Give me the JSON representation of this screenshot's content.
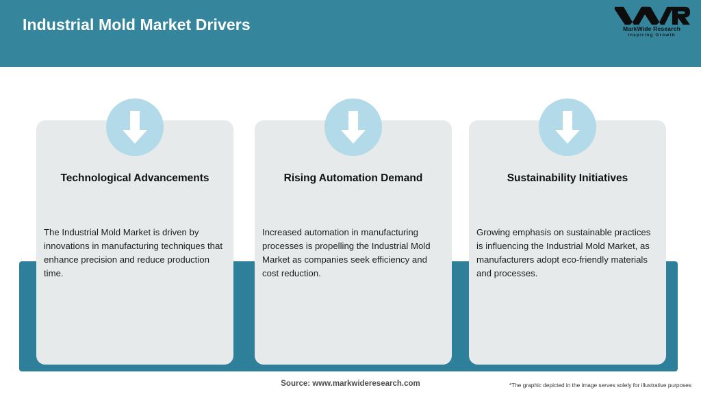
{
  "header": {
    "title": "Industrial Mold Market Drivers",
    "banner_color": "#35859c",
    "title_color": "#ffffff"
  },
  "logo": {
    "mark": "MWR",
    "name": "MarkWide Research",
    "tagline": "Inspiring Growth"
  },
  "theme": {
    "accent_teal": "#2e7f99",
    "card_bg": "#e7eaeb",
    "icon_circle": "#b2dae8",
    "arrow_color": "#ffffff"
  },
  "cards": [
    {
      "icon": "arrow-down-icon",
      "title": "Technological Advancements",
      "body": "The Industrial Mold Market is driven by innovations in manufacturing techniques that enhance precision and reduce production time."
    },
    {
      "icon": "arrow-down-icon",
      "title": "Rising Automation Demand",
      "body": "Increased automation in manufacturing processes is propelling the Industrial Mold Market as companies seek efficiency and cost reduction."
    },
    {
      "icon": "arrow-down-icon",
      "title": "Sustainability Initiatives",
      "body": "Growing emphasis on sustainable practices is influencing the Industrial Mold Market, as manufacturers adopt eco-friendly materials and processes."
    }
  ],
  "footer": {
    "source": "Source: www.markwideresearch.com",
    "disclaimer": "*The graphic depicted in the image serves solely for illustrative purposes"
  }
}
